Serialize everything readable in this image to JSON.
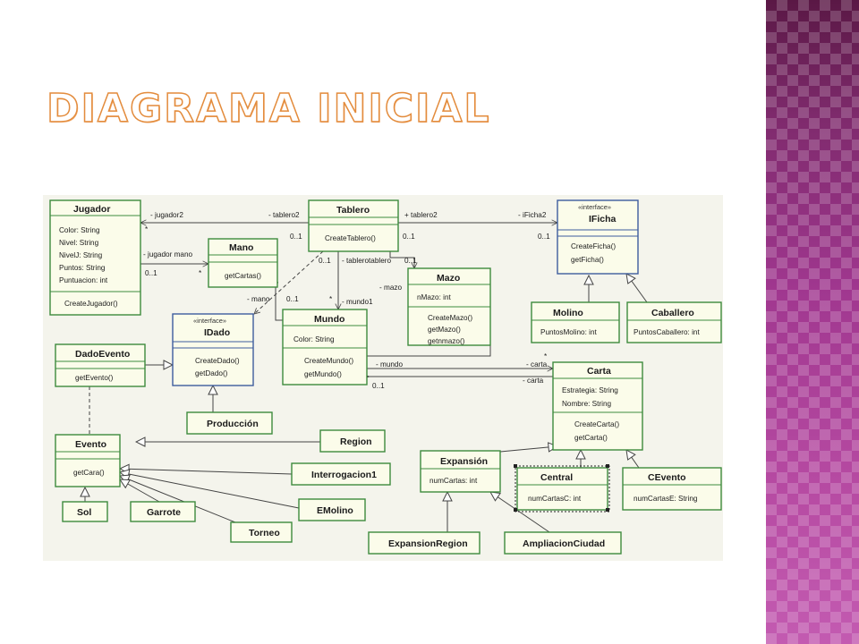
{
  "slide": {
    "title": "DIAGRAMA INICIAL"
  },
  "diagram": {
    "classes": {
      "jugador": {
        "name": "Jugador",
        "attributes": [
          "Color: String",
          "Nivel: String",
          "NivelJ: String",
          "Puntos: String",
          "Puntuacion: int"
        ],
        "methods": [
          "CreateJugador()"
        ]
      },
      "tablero": {
        "name": "Tablero",
        "attributes": [],
        "methods": [
          "CreateTablero()"
        ]
      },
      "ificha": {
        "stereotype": "«interface»",
        "name": "IFicha",
        "attributes": [],
        "methods": [
          "CreateFicha()",
          "getFicha()"
        ]
      },
      "mano": {
        "name": "Mano",
        "attributes": [],
        "methods": [
          "getCartas()"
        ]
      },
      "mazo": {
        "name": "Mazo",
        "attributes": [
          "nMazo: int"
        ],
        "methods": [
          "CreateMazo()",
          "getMazo()",
          "getnmazo()"
        ]
      },
      "molino": {
        "name": "Molino",
        "attributes": [
          "PuntosMolino: int"
        ],
        "methods": []
      },
      "caballero": {
        "name": "Caballero",
        "attributes": [
          "PuntosCaballero: int"
        ],
        "methods": []
      },
      "idado": {
        "stereotype": "«interface»",
        "name": "IDado",
        "attributes": [],
        "methods": [
          "CreateDado()",
          "getDado()"
        ]
      },
      "mundo": {
        "name": "Mundo",
        "attributes": [
          "Color: String"
        ],
        "methods": [
          "CreateMundo()",
          "getMundo()"
        ]
      },
      "dadoevento": {
        "name": "DadoEvento",
        "attributes": [],
        "methods": [
          "getEvento()"
        ]
      },
      "carta": {
        "name": "Carta",
        "attributes": [
          "Estrategia: String",
          "Nombre: String"
        ],
        "methods": [
          "CreateCarta()",
          "getCarta()"
        ]
      },
      "produccion": {
        "name": "Producción",
        "attributes": [],
        "methods": []
      },
      "evento": {
        "name": "Evento",
        "attributes": [],
        "methods": [
          "getCara()"
        ]
      },
      "region": {
        "name": "Region",
        "attributes": [],
        "methods": []
      },
      "expansion": {
        "name": "Expansión",
        "attributes": [
          "numCartas: int"
        ],
        "methods": []
      },
      "interrogacion1": {
        "name": "Interrogacion1",
        "attributes": [],
        "methods": []
      },
      "central": {
        "name": "Central",
        "attributes": [
          "numCartasC: int"
        ],
        "methods": []
      },
      "cevento": {
        "name": "CEvento",
        "attributes": [
          "numCartasE: String"
        ],
        "methods": []
      },
      "emolino": {
        "name": "EMolino",
        "attributes": [],
        "methods": []
      },
      "sol": {
        "name": "Sol",
        "attributes": [],
        "methods": []
      },
      "garrote": {
        "name": "Garrote",
        "attributes": [],
        "methods": []
      },
      "torneo": {
        "name": "Torneo",
        "attributes": [],
        "methods": []
      },
      "expansionregion": {
        "name": "ExpansionRegion",
        "attributes": [],
        "methods": []
      },
      "ampliacionciudad": {
        "name": "AmpliacionCiudad",
        "attributes": [],
        "methods": []
      }
    },
    "labels": {
      "jugador2": "- jugador2",
      "tablero2_left": "- tablero2",
      "star1": "*",
      "m01_tab": "0..1",
      "tablero2_right": "+ tablero2",
      "m01_tab2": "0..1",
      "ificha2": "- iFicha2",
      "m01_ifi": "0..1",
      "jugador_mano": "- jugador mano",
      "star2": "*",
      "m01_jug": "0..1",
      "tablero_overlap": "- tablerotablero",
      "m01_c": "0..1",
      "m01_d": "0..1",
      "mazo": "- mazo",
      "mano": "- mano",
      "m01_e": "0..1",
      "star3": "*",
      "mundo1": "- mundo1",
      "mundo": "- mundo",
      "carta1": "- carta",
      "carta2": "- carta",
      "star4": "*",
      "m01_f": "0..1"
    }
  }
}
